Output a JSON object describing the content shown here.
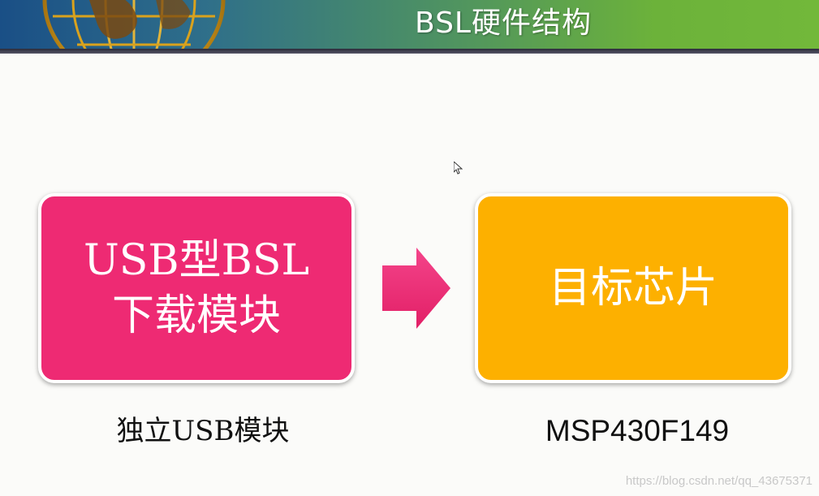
{
  "header": {
    "title": "BSL硬件结构"
  },
  "diagram": {
    "left_box": {
      "label": "USB型BSL下载模块",
      "color": "#ee2a73"
    },
    "right_box": {
      "label": "目标芯片",
      "color": "#fdb000"
    },
    "arrow_color": "#ee2a73",
    "left_caption": "独立USB模块",
    "right_caption": "MSP430F149"
  },
  "watermark": "https://blog.csdn.net/qq_43675371"
}
